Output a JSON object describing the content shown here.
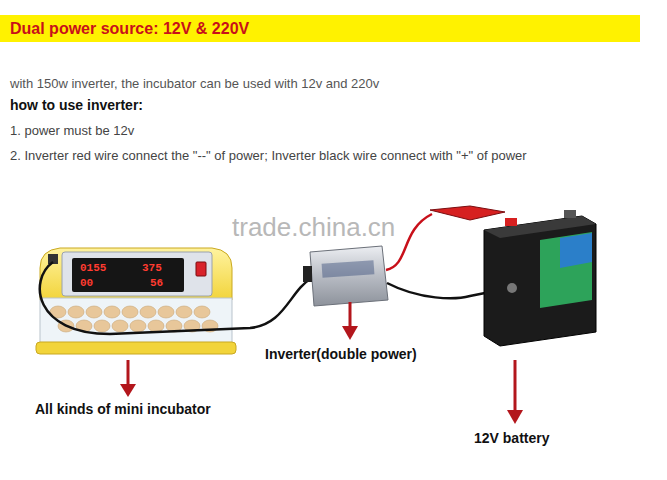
{
  "diagram": {
    "title": "Dual power source: 12V & 220V",
    "labels": [
      "with 150w inverter, the incubator can be used with 12v and 220v",
      "how to use inverter:",
      "1. power must be 12v",
      "2. Inverter red wire connect the \"--\" of power; Inverter black wire connect with \"+\" of power",
      "trade.china.cn",
      "0155",
      "375",
      "00",
      "56",
      "Inverter(double power)",
      "All kinds of mini incubator",
      "12V battery"
    ]
  }
}
